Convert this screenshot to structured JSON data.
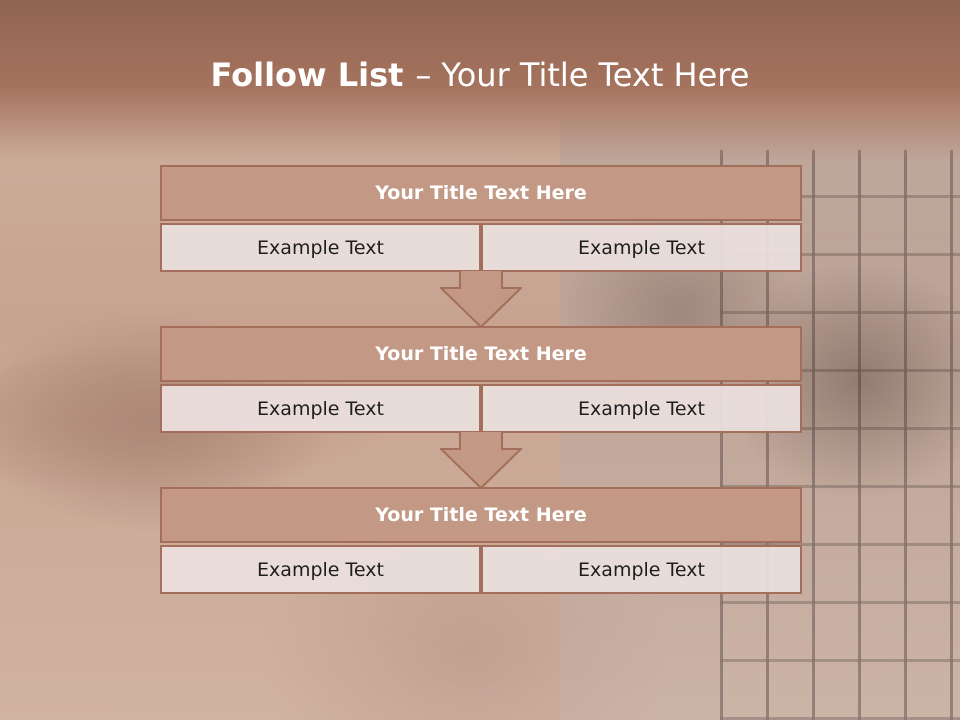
{
  "slide": {
    "title_bold": "Follow List",
    "title_separator": "–",
    "title_rest": "Your Title Text Here"
  },
  "blocks": [
    {
      "title": "Your Title Text Here",
      "left_text": "Example Text",
      "right_text": "Example Text"
    },
    {
      "title": "Your Title Text Here",
      "left_text": "Example Text",
      "right_text": "Example Text"
    },
    {
      "title": "Your Title Text Here",
      "left_text": "Example Text",
      "right_text": "Example Text"
    }
  ],
  "colors": {
    "header": "#a5735e",
    "block_title_fill": "#c39884",
    "block_border": "#a46f5a",
    "cell_fill": "#eadedc",
    "arrow_fill": "#c39884"
  },
  "icons": {
    "connector": "down-arrow-icon"
  }
}
